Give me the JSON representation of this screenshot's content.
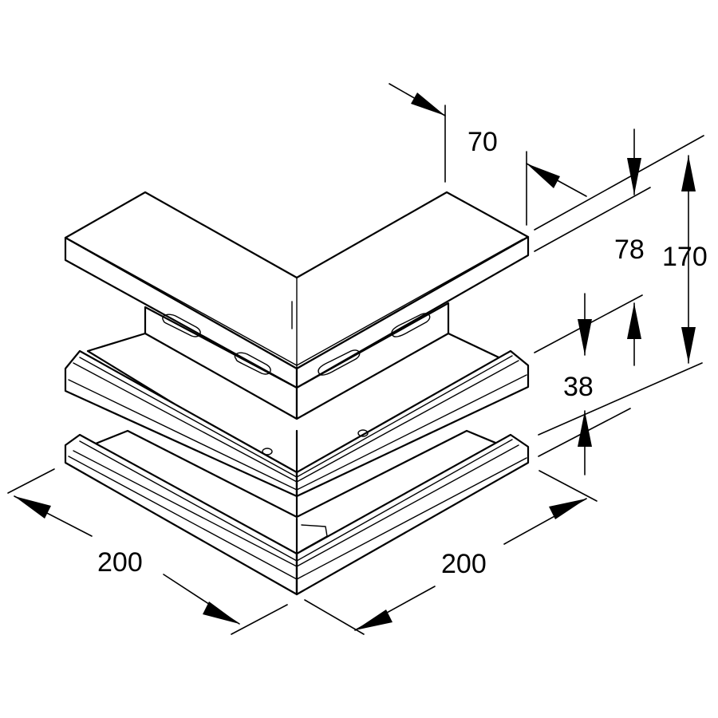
{
  "dimensions": {
    "depth_top": "70",
    "cover_height": "78",
    "total_height": "170",
    "rail_height": "38",
    "length_left": "200",
    "length_right": "200"
  }
}
